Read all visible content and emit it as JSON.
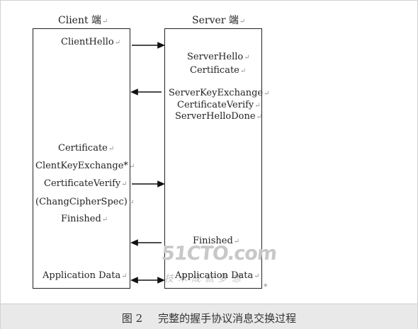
{
  "diagram": {
    "client_title": "Client 端",
    "server_title": "Server 端",
    "client_messages": [
      "ClientHello",
      "Certificate",
      "ClentKeyExchange*",
      "CertificateVerify",
      "(ChangCipherSpec)",
      "Finished",
      "Application Data"
    ],
    "server_messages": [
      "ServerHello",
      "Certificate",
      "ServerKeyExchange",
      "CertificateVerify",
      "ServerHelloDone",
      "Finished",
      "Application Data"
    ],
    "line_marker": "↵",
    "trailing_marker": "*"
  },
  "watermark": {
    "logo": "51CTO.com",
    "slogan": "技术成就梦想"
  },
  "caption": {
    "figure_number": "图 2",
    "text": "完整的握手协议消息交换过程",
    "background": "#e9e9e9"
  }
}
